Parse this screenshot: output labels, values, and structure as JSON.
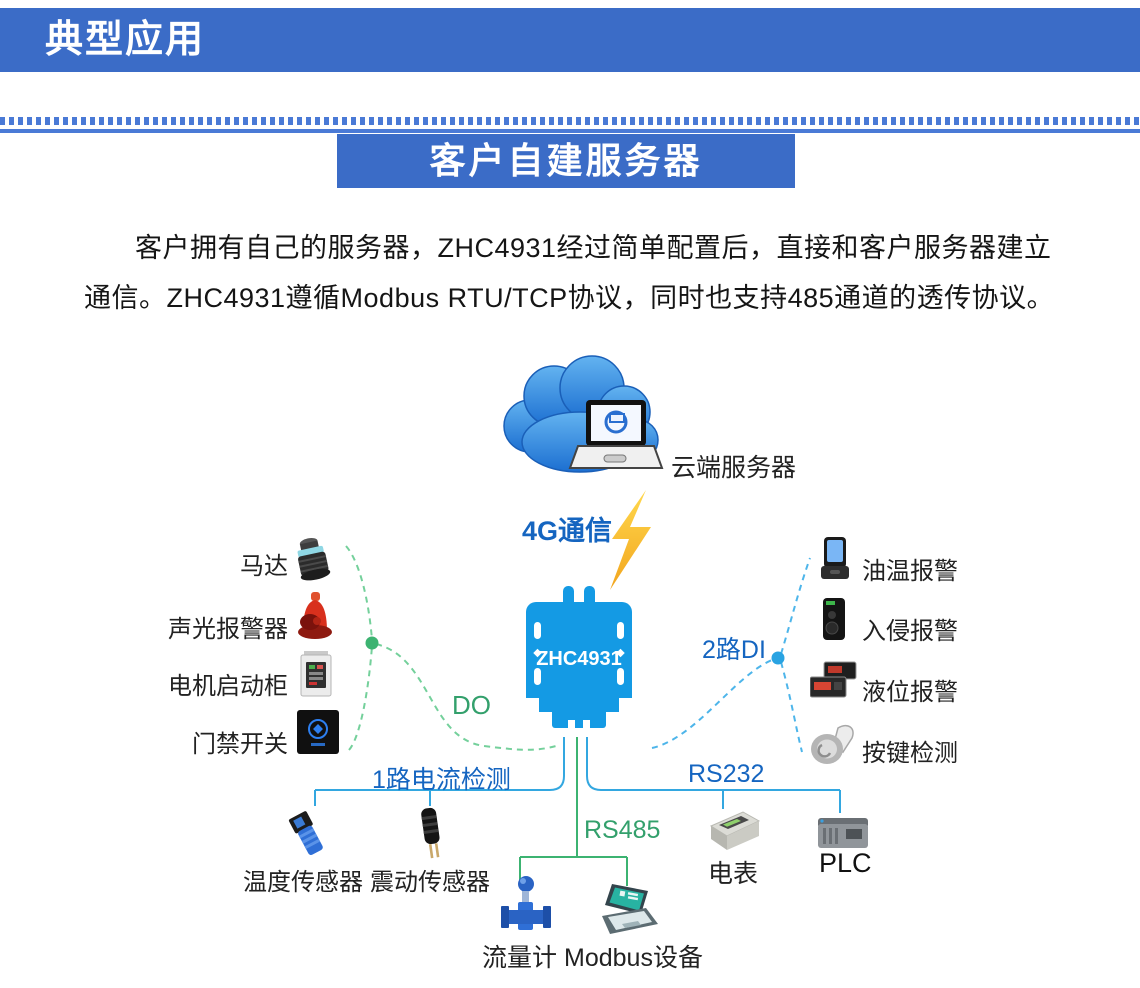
{
  "header": {
    "title": "典型应用"
  },
  "section": {
    "title": "客户自建服务器"
  },
  "intro": {
    "line1": "客户拥有自己的服务器，ZHC4931经过简单配置后，直接和客户服务器建立",
    "line2": "通信。ZHC4931遵循Modbus RTU/TCP协议，同时也支持485通道的透传协议。"
  },
  "diagram": {
    "cloud_label": "云端服务器",
    "link_4g_label": "4G通信",
    "device_label": "ZHC4931",
    "do_label": "DO",
    "di_label": "2路DI",
    "current_label": "1路电流检测",
    "rs485_label": "RS485",
    "rs232_label": "RS232",
    "left_items": [
      {
        "label": "马达",
        "icon": "motor-icon"
      },
      {
        "label": "声光报警器",
        "icon": "siren-icon"
      },
      {
        "label": "电机启动柜",
        "icon": "starter-cabinet-icon"
      },
      {
        "label": "门禁开关",
        "icon": "door-switch-icon"
      }
    ],
    "right_items": [
      {
        "label": "油温报警",
        "icon": "oil-temp-alarm-icon"
      },
      {
        "label": "入侵报警",
        "icon": "intrusion-alarm-icon"
      },
      {
        "label": "液位报警",
        "icon": "liquid-level-alarm-icon"
      },
      {
        "label": "按键检测",
        "icon": "key-detect-icon"
      }
    ],
    "current_sensors": [
      {
        "label": "温度传感器",
        "icon": "temperature-sensor-icon"
      },
      {
        "label": "震动传感器",
        "icon": "vibration-sensor-icon"
      }
    ],
    "rs485_devices": [
      {
        "label": "流量计",
        "icon": "flow-meter-icon"
      },
      {
        "label": "Modbus设备",
        "icon": "modbus-device-icon"
      }
    ],
    "rs232_devices": [
      {
        "label": "电表",
        "icon": "power-meter-icon"
      },
      {
        "label": "PLC",
        "icon": "plc-icon"
      }
    ]
  },
  "colors": {
    "primary_blue": "#3b6cc7",
    "device_blue": "#149ae4",
    "connector_blue": "#33a7e0",
    "dashed_blue": "#4db5ea",
    "text_blue": "#1565c0",
    "connector_green": "#3cb371",
    "dashed_green": "#74d09b",
    "lightning_yellow": "#f7b500"
  }
}
